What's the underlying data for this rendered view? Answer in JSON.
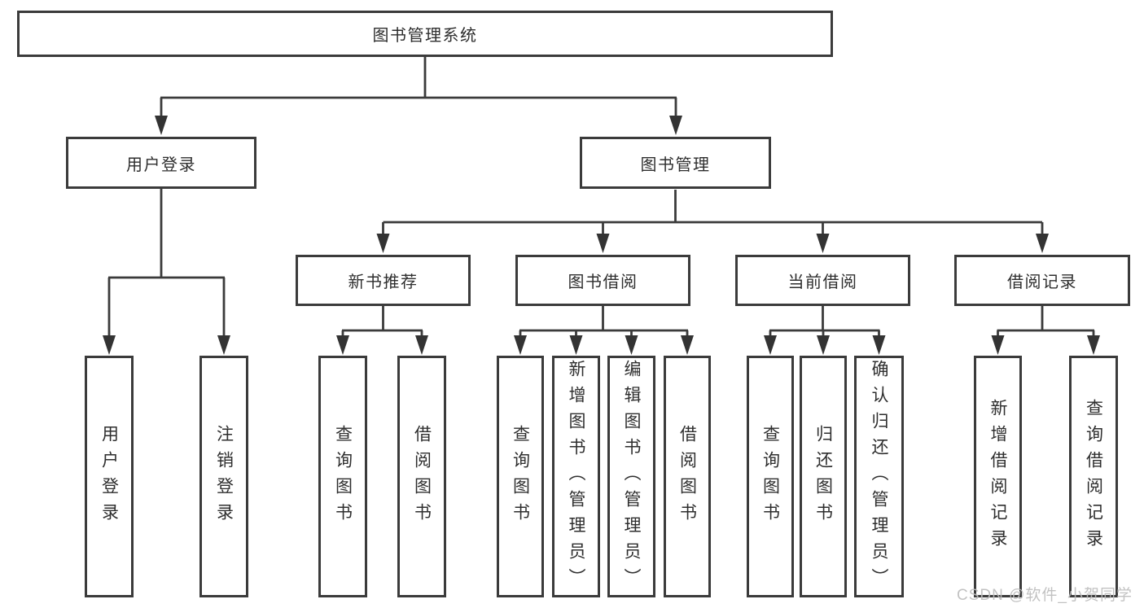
{
  "tree": {
    "root": {
      "label": "图书管理系统"
    },
    "branches": [
      {
        "label": "用户登录",
        "leaves": [
          {
            "label": "用户登录"
          },
          {
            "label": "注销登录"
          }
        ]
      },
      {
        "label": "图书管理",
        "groups": [
          {
            "label": "新书推荐",
            "leaves": [
              {
                "label": "查询图书"
              },
              {
                "label": "借阅图书"
              }
            ]
          },
          {
            "label": "图书借阅",
            "leaves": [
              {
                "label": "查询图书"
              },
              {
                "label": "新增图书（管理员）"
              },
              {
                "label": "编辑图书（管理员）"
              },
              {
                "label": "借阅图书"
              }
            ]
          },
          {
            "label": "当前借阅",
            "leaves": [
              {
                "label": "查询图书"
              },
              {
                "label": "归还图书"
              },
              {
                "label": "确认归还（管理员）"
              }
            ]
          },
          {
            "label": "借阅记录",
            "leaves": [
              {
                "label": "新增借阅记录"
              },
              {
                "label": "查询借阅记录"
              }
            ]
          }
        ]
      }
    ]
  },
  "watermark": {
    "text": "CSDN @软件_小贺同学"
  },
  "colors": {
    "line": "#3b3b3b",
    "text": "#2e2e2e",
    "watermark": "#bdbdbd",
    "background": "#ffffff"
  }
}
